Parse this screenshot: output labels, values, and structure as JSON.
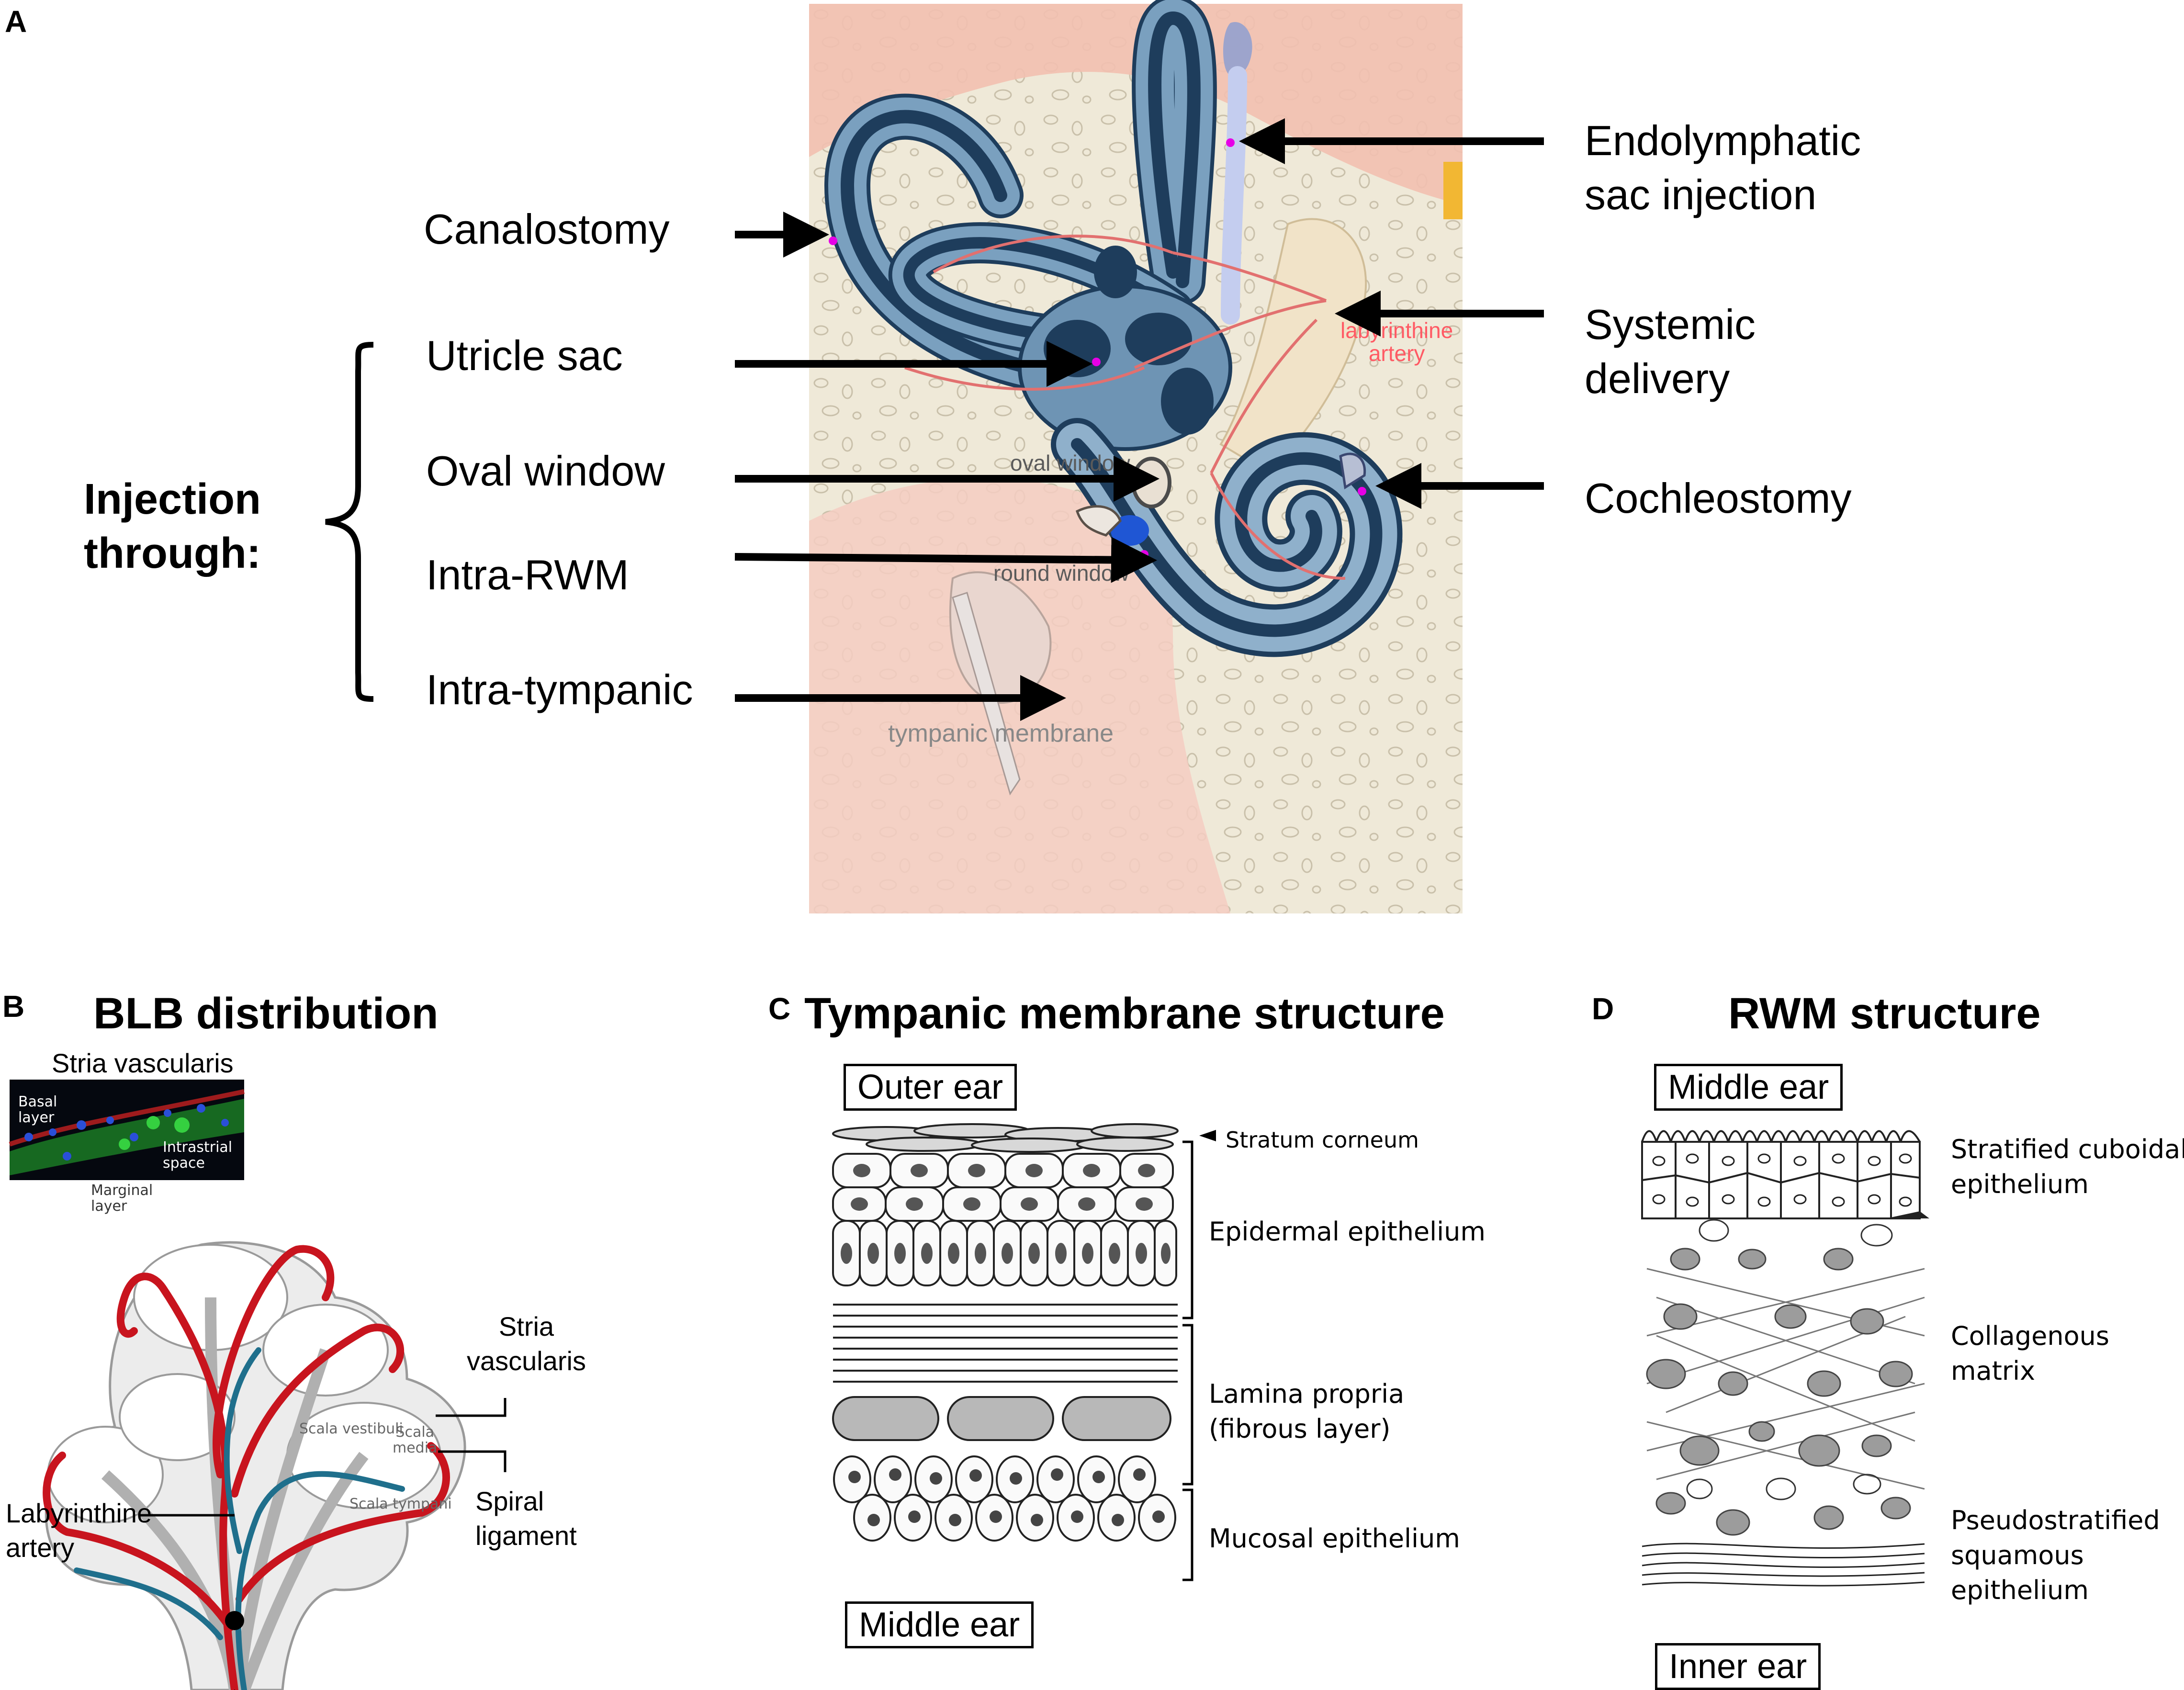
{
  "panel_a": {
    "letter": "A",
    "left_labels": {
      "canalostomy": "Canalostomy",
      "utricle_sac": "Utricle sac",
      "oval_window": "Oval window",
      "intra_rwm": "Intra-RWM",
      "intra_tympanic": "Intra-tympanic"
    },
    "injection_through": [
      "Injection",
      "through:"
    ],
    "right_labels": {
      "endolymphatic": [
        "Endolymphatic",
        "sac injection"
      ],
      "systemic": [
        "Systemic",
        "delivery"
      ],
      "cochleostomy": "Cochleostomy"
    },
    "anatomy_labels": {
      "labyrinthine_artery": [
        "labyrinthine",
        "artery"
      ],
      "oval_window": "oval window",
      "round_window": "round window",
      "tympanic_membrane": "tympanic membrane"
    }
  },
  "panel_b": {
    "letter": "B",
    "title": "BLB distribution",
    "inset_title": "Stria vascularis",
    "inset_labels": {
      "basal": [
        "Basal",
        "layer"
      ],
      "intrastrial": [
        "Intrastrial",
        "space"
      ],
      "marginal": [
        "Marginal",
        "layer"
      ]
    },
    "labels": {
      "stria": [
        "Stria",
        "vascularis"
      ],
      "spiral": [
        "Spiral",
        "ligament"
      ],
      "labyrinthine": [
        "Labyrinthine",
        "artery"
      ],
      "scala_vestibuli": "Scala vestibuli",
      "scala_media": [
        "Scala",
        "media"
      ],
      "scala_tympani": "Scala tympani"
    }
  },
  "panel_c": {
    "letter": "C",
    "title": "Tympanic membrane structure",
    "outer_ear": "Outer ear",
    "middle_ear": "Middle ear",
    "stratum": "Stratum corneum",
    "epidermal": "Epidermal epithelium",
    "lamina": [
      "Lamina propria",
      "(fibrous layer)"
    ],
    "mucosal": "Mucosal epithelium"
  },
  "panel_d": {
    "letter": "D",
    "title": "RWM structure",
    "middle_ear": "Middle ear",
    "inner_ear": "Inner ear",
    "stratified": [
      "Stratified cuboidal",
      "epithelium"
    ],
    "collagenous": [
      "Collagenous",
      "matrix"
    ],
    "pseudostratified": [
      "Pseudostratified",
      "squamous",
      "epithelium"
    ]
  },
  "colors": {
    "bone": "#efe9d8",
    "canal_blue": "#5d86a8",
    "canal_dark": "#1e3d5c",
    "tissue_pink": "#f2c0b0",
    "artery_red": "#c8141e",
    "vein_teal": "#1f6f8c"
  }
}
